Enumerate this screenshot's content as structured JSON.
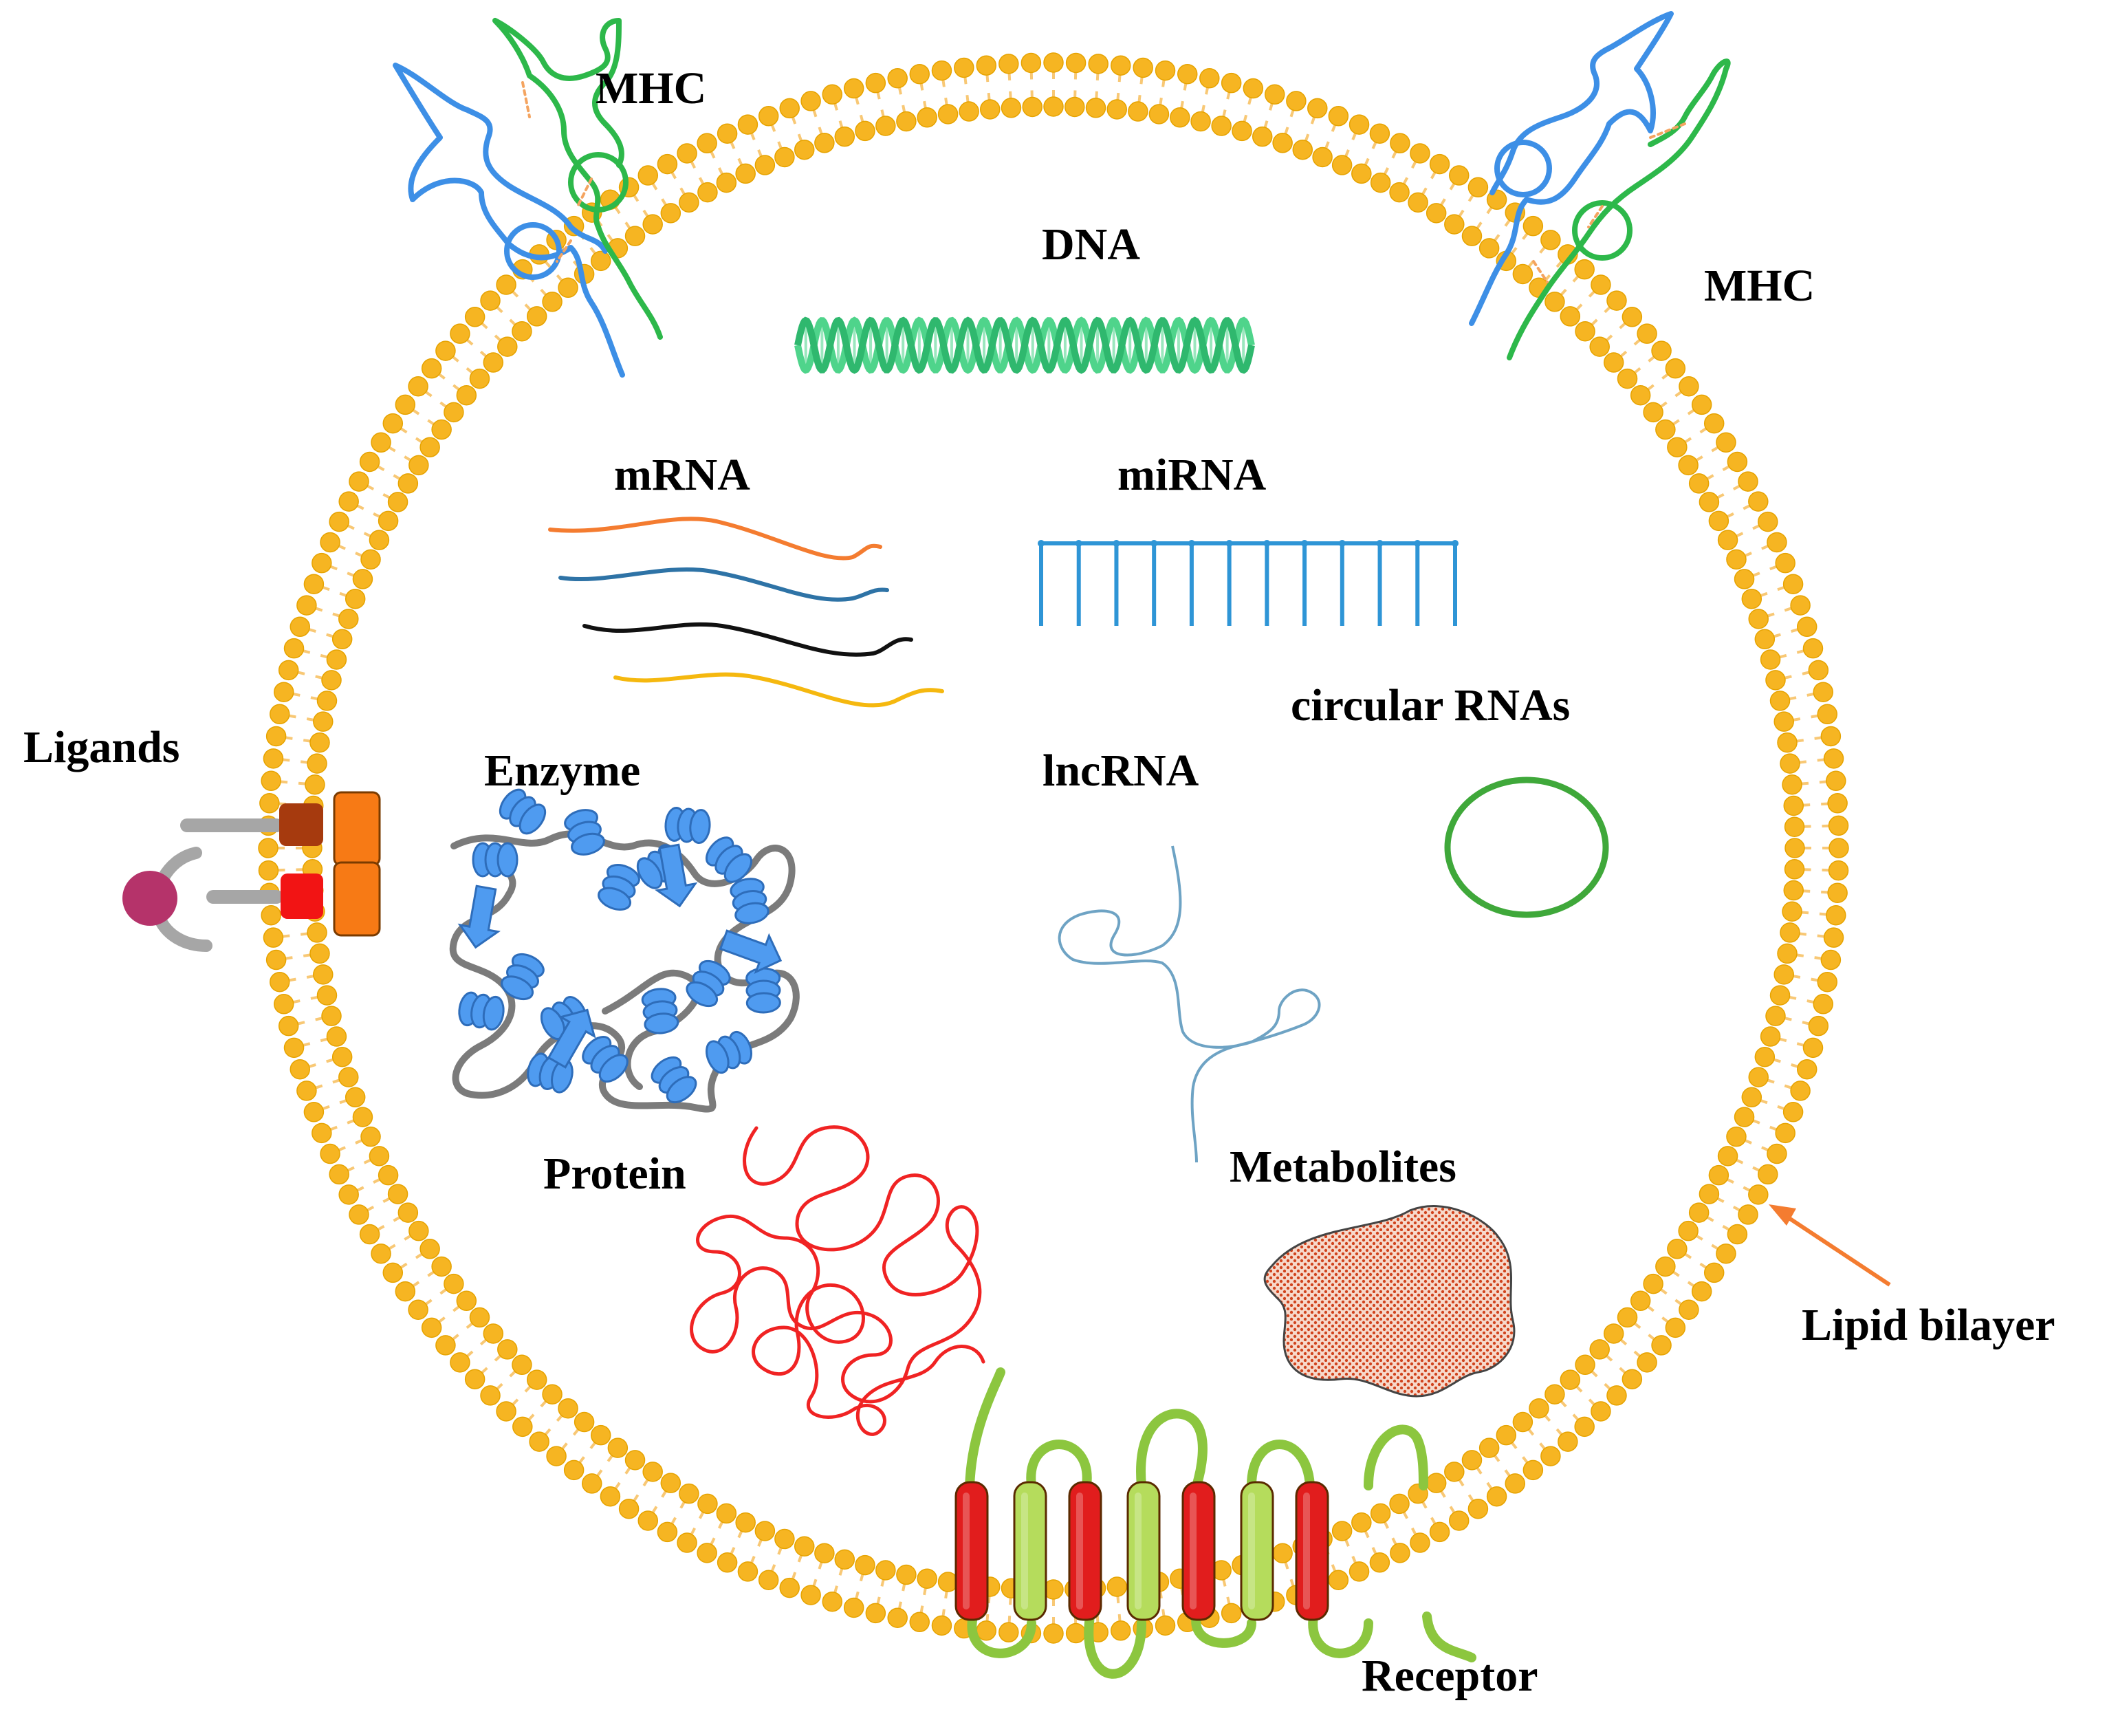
{
  "labels": {
    "mhc_left": "MHC",
    "mhc_right": "MHC",
    "dna": "DNA",
    "mrna": "mRNA",
    "mirna": "miRNA",
    "circular_rnas": "circular RNAs",
    "ligands": "Ligands",
    "enzyme": "Enzyme",
    "lncrna": "lncRNA",
    "protein": "Protein",
    "metabolites": "Metabolites",
    "lipid_bilayer": "Lipid bilayer",
    "receptor": "Receptor"
  },
  "colors": {
    "lipid_head": "#F6B522",
    "lipid_tail": "#F8C875",
    "mhc_alpha": "#3D8FE6",
    "mhc_beta": "#2DB84A",
    "dna_helix": "#4FD48B",
    "mrna_strands": [
      "#F47C30",
      "#2E73A6",
      "#111111",
      "#F5B80F"
    ],
    "mirna": "#2E95D6",
    "circular_rna": "#3FA83A",
    "lncrna": "#6EA3C4",
    "enzyme_helix": "#4F9BF0",
    "enzyme_coil": "#7B7B7B",
    "protein_coil": "#F02323",
    "metabolite_fill": "#F7D9CB",
    "metabolite_dots": "#D0431D",
    "receptor_red": "#E11D1D",
    "receptor_green": "#B5DC5C",
    "receptor_loop": "#8CC63F",
    "ligand_dark": "#A63A0E",
    "ligand_red": "#F21414",
    "ligand_orange": "#F77A15",
    "ligand_ball": "#B5336A",
    "ligand_stem": "#A6A6A6",
    "pointer_arrow": "#F47C30"
  }
}
